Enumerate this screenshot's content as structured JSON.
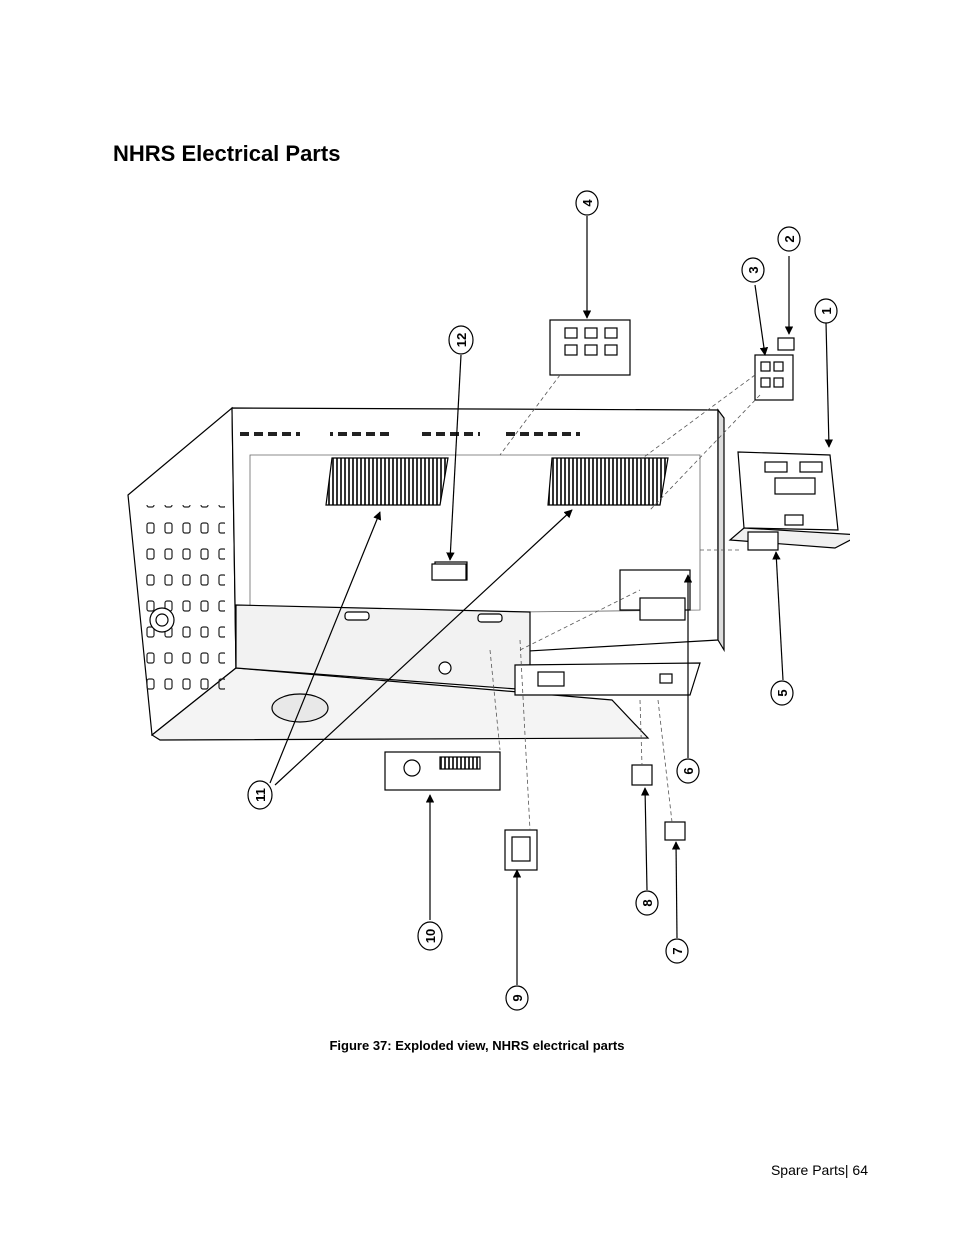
{
  "page": {
    "title": "NHRS Electrical Parts",
    "caption": "Figure 37: Exploded view, NHRS electrical parts",
    "footer": {
      "section": "Spare Parts",
      "separator": "|",
      "page_number": "64"
    }
  },
  "callouts": [
    {
      "id": "1",
      "label": "1"
    },
    {
      "id": "2",
      "label": "2"
    },
    {
      "id": "3",
      "label": "3"
    },
    {
      "id": "4",
      "label": "4"
    },
    {
      "id": "5",
      "label": "5"
    },
    {
      "id": "6",
      "label": "6"
    },
    {
      "id": "7",
      "label": "7"
    },
    {
      "id": "8",
      "label": "8"
    },
    {
      "id": "9",
      "label": "9"
    },
    {
      "id": "10",
      "label": "10"
    },
    {
      "id": "11",
      "label": "11"
    },
    {
      "id": "12",
      "label": "12"
    }
  ]
}
